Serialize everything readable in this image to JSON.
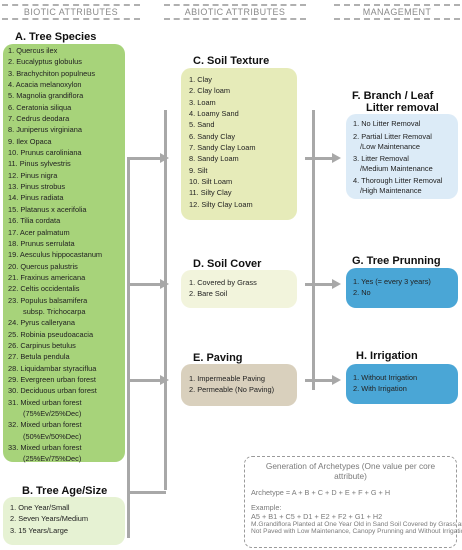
{
  "headers": {
    "biotic": "BIOTIC ATTRIBUTES",
    "abiotic": "ABIOTIC ATTRIBUTES",
    "management": "MANAGEMENT"
  },
  "tree_species": {
    "title": "A. Tree Species",
    "items": [
      "1. Quercus ilex",
      "2. Eucalyptus globulus",
      "3. Brachychiton populneus",
      "4. Acacia melanoxylon",
      "5. Magnolia grandiflora",
      "6. Ceratonia siliqua",
      "7. Cedrus deodara",
      "8. Juniperus virginiana",
      "9. Ilex Opaca",
      "10. Prunus caroliniana",
      "11. Pinus sylvestris",
      "12. Pinus nigra",
      "13. Pinus strobus",
      "14. Pinus radiata",
      "15. Platanus x acerifolia",
      "16. Tilia cordata",
      "17. Acer palmatum",
      "18. Prunus serrulata",
      "19. Aesculus hippocastanum",
      "20. Quercus palustris",
      "21. Fraxinus americana",
      "22. Celtis occidentalis",
      "23. Populus balsamifera",
      "subsp. Trichocarpa",
      "24. Pyrus calleryana",
      "25. Robinia pseudoacacia",
      "26. Carpinus betulus",
      "27. Betula pendula",
      "28. Liquidambar styraciflua",
      "29. Evergreen urban forest",
      "30. Deciduous urban forest",
      "31. Mixed urban forest",
      "(75%Ev/25%Dec)",
      "32. Mixed urban forest",
      "(50%Ev/50%Dec)",
      "33. Mixed urban forest",
      "(25%Ev/75%Dec)"
    ]
  },
  "tree_age": {
    "title": "B. Tree Age/Size",
    "items": [
      "1. One Year/Small",
      "2. Seven Years/Medium",
      "3. 15 Years/Large"
    ]
  },
  "soil_texture": {
    "title": "C. Soil Texture",
    "items": [
      "1. Clay",
      "2. Clay loam",
      "3. Loam",
      "4. Loamy Sand",
      "5. Sand",
      "6. Sandy Clay",
      "7. Sandy Clay Loam",
      "8. Sandy Loam",
      "9. Silt",
      "10. Silt Loam",
      "11. Silty Clay",
      "12. Silty Clay Loam"
    ]
  },
  "soil_cover": {
    "title": "D. Soil Cover",
    "items": [
      "1. Covered by Grass",
      "2. Bare Soil"
    ]
  },
  "paving": {
    "title": "E.   Paving",
    "items": [
      "1. Impermeable Paving",
      "2. Permeable (No Paving)"
    ]
  },
  "litter": {
    "title_line1": "F.  Branch / Leaf",
    "title_line2": "Litter removal",
    "items": [
      [
        "1. No Litter Removal"
      ],
      [
        "2. Partial Litter Removal",
        "/Low Maintenance"
      ],
      [
        "3. Litter Removal",
        "/Medium Maintenance"
      ],
      [
        "4. Thorough Litter Removal",
        "/High Maintenance"
      ]
    ]
  },
  "pruning": {
    "title": "G. Tree Prunning",
    "items": [
      "1. Yes (= every 3 years)",
      "2. No"
    ]
  },
  "irrigation": {
    "title": "H.    Irrigation",
    "items": [
      "1. Without Irrigation",
      "2. With Irrigation"
    ]
  },
  "generation": {
    "heading": "Generation of Archetypes (One value per core attribute)",
    "formula": "Archetype = A + B + C + D + E + F + G + H",
    "example_label": "Example:",
    "example_code": "A5 + B1 + C5 + D1 + E2 + F2 + G1 + H2",
    "example_text1": "M.Grandiflora Planted at One Year Old in Sand Soil Covered by Grass and",
    "example_text2": "Not Paved with Low Maintenance, Canopy Prunning and Without Irrigation"
  },
  "colors": {
    "green_box": "#a7d37a",
    "green_light": "#e6f2d3",
    "yellow_box": "#e6ebb9",
    "yellow_light": "#f2f4dc",
    "tan_box": "#d9d0bd",
    "blue_box": "#dcebf7",
    "blue_dark": "#4aa6d6",
    "connector": "#a8a8a8"
  }
}
